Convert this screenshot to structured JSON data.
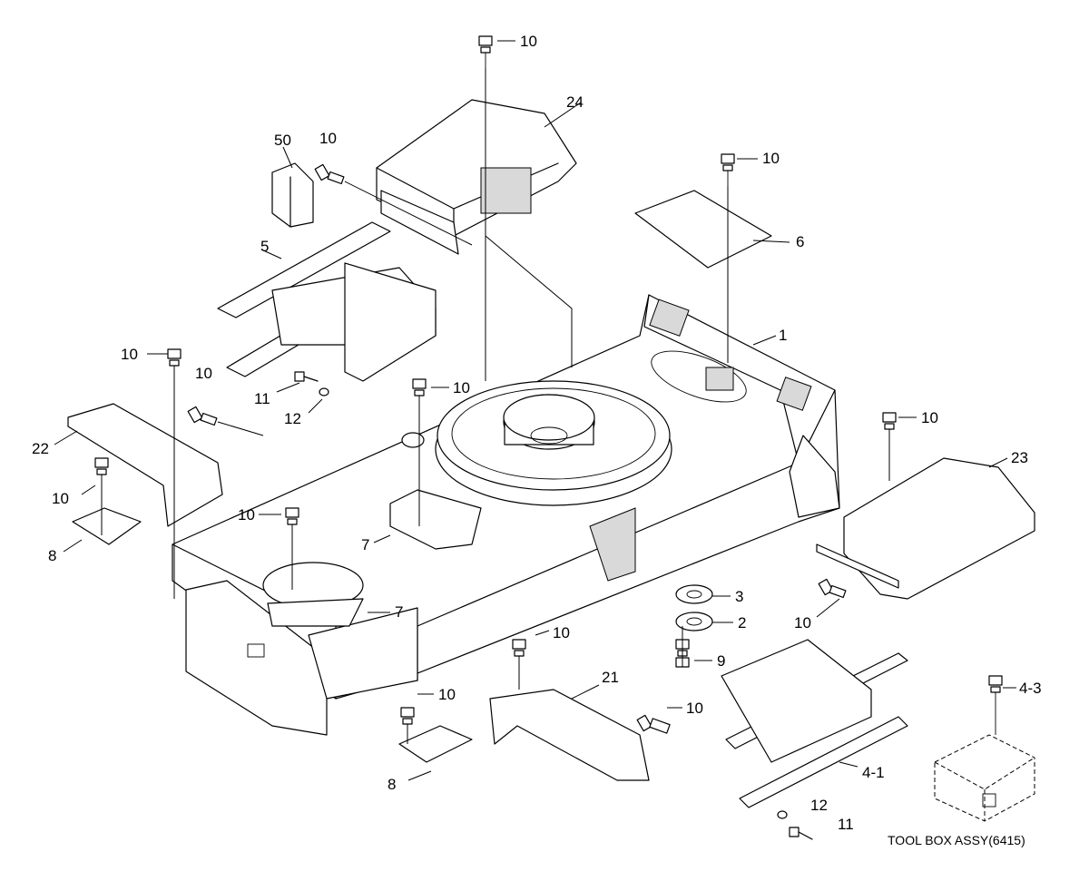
{
  "callouts": {
    "c1": "1",
    "c2": "2",
    "c3": "3",
    "c4_1": "4-1",
    "c4_3": "4-3",
    "c5": "5",
    "c6": "6",
    "c7a": "7",
    "c7b": "7",
    "c8a": "8",
    "c8b": "8",
    "c9": "9",
    "c10_top": "10",
    "c10_50": "10",
    "c10_6": "10",
    "c10_left": "10",
    "c10_22": "10",
    "c10_22b": "10",
    "c10_7": "10",
    "c10_ring": "10",
    "c10_23": "10",
    "c10_3": "10",
    "c10_21": "10",
    "c10_21r": "10",
    "c10_8": "10",
    "c11a": "11",
    "c11b": "11",
    "c12a": "12",
    "c12b": "12",
    "c21": "21",
    "c22": "22",
    "c23": "23",
    "c24": "24",
    "c50": "50"
  },
  "caption": "TOOL BOX ASSY(6415)"
}
